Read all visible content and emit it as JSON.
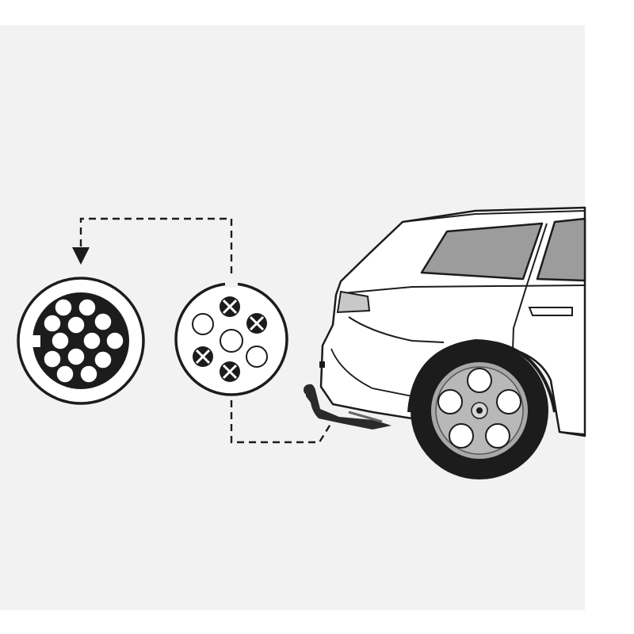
{
  "diagram": {
    "background_color": "#ffffff",
    "panel_color": "#f2f2f2",
    "line_color": "#1c1c1c",
    "window_color": "#9c9c9c",
    "wheel_color": "#a8a8a8"
  },
  "connectors": {
    "socket_13_pin": {
      "pins": 13,
      "icon": "13-pin-socket-icon"
    },
    "socket_7_pin": {
      "pins": 7,
      "icon": "7-pin-socket-icon"
    }
  },
  "adapter_arrow": {
    "icon": "dashed-arrow-icon",
    "from": "socket_7_pin",
    "to": "socket_13_pin"
  },
  "tow_link": {
    "icon": "dashed-link-icon",
    "from": "tow_bar",
    "to": "socket_7_pin"
  },
  "vehicle": {
    "icon": "car-rear-icon",
    "parts": [
      "tow-bar",
      "rear-wheel",
      "rear-window",
      "tail-light"
    ]
  }
}
